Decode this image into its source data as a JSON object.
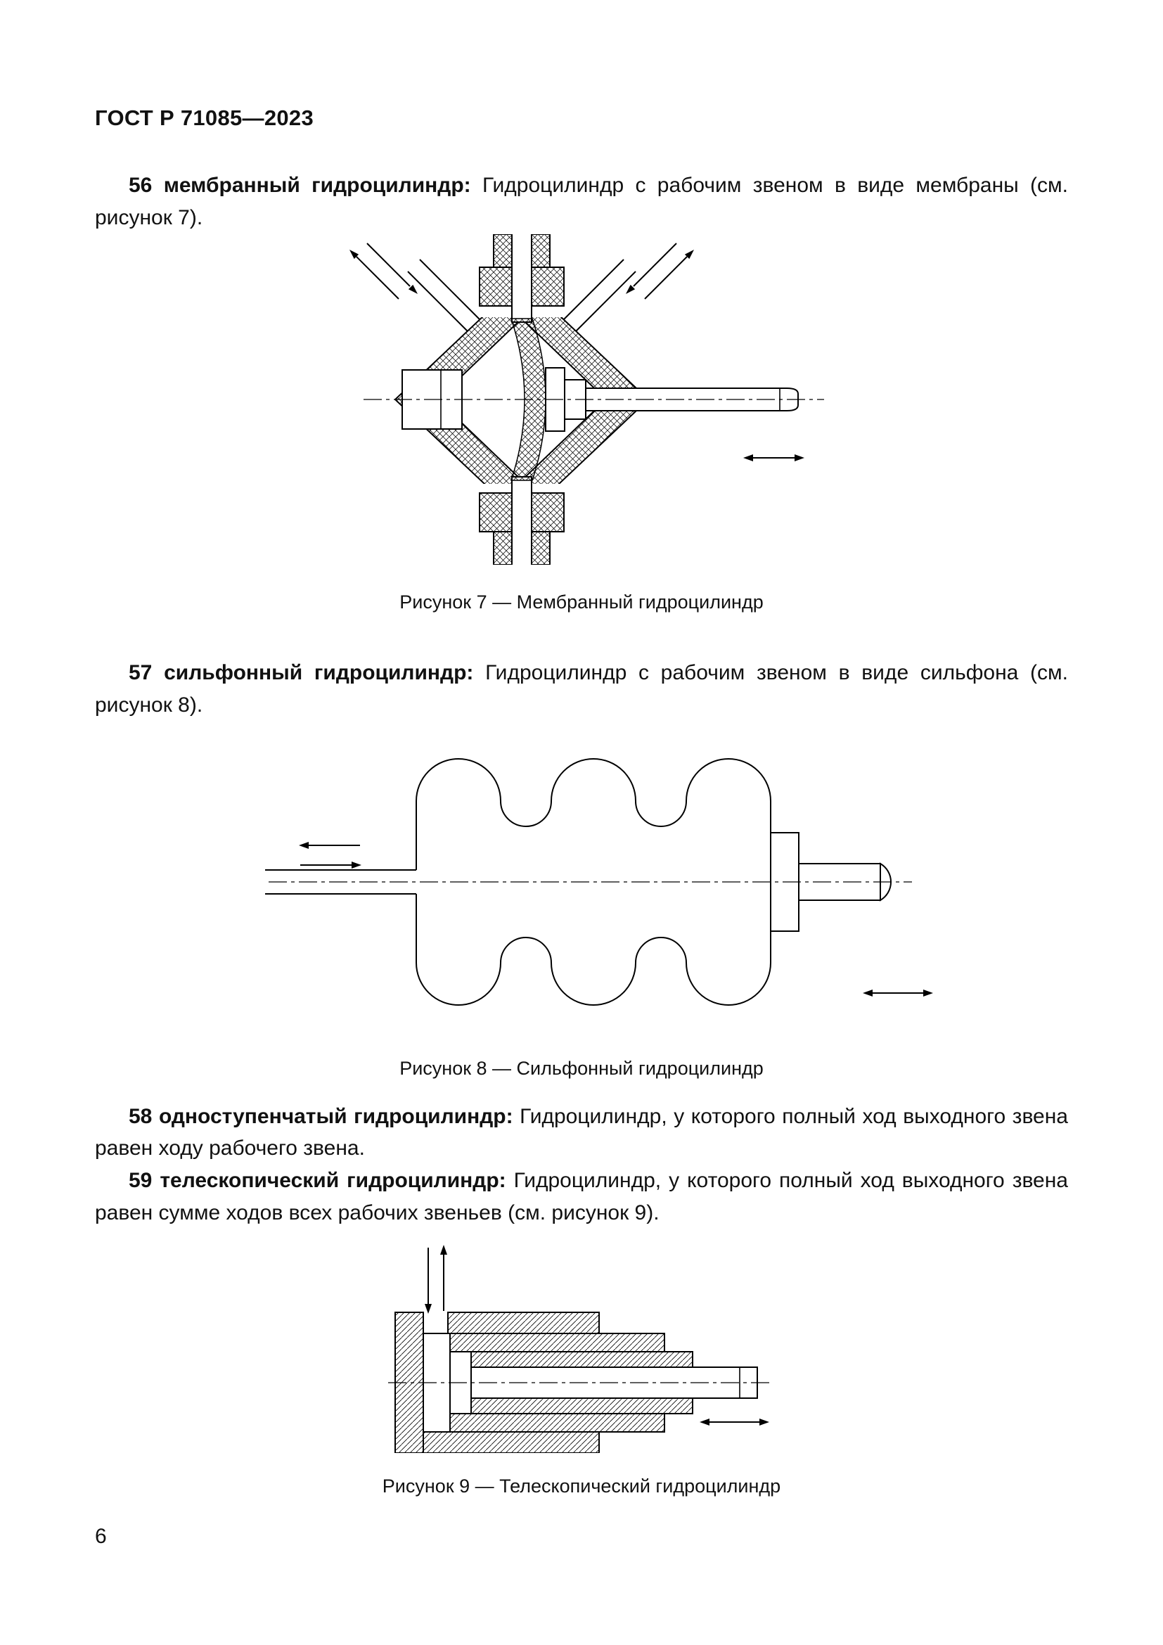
{
  "page": {
    "header": "ГОСТ Р 71085—2023",
    "page_number": "6",
    "colors": {
      "ink": "#000000",
      "paper": "#ffffff"
    }
  },
  "terms": [
    {
      "number": "56",
      "term": "мембранный гидроцилиндр:",
      "definition": "Гидроцилиндр с рабочим звеном в виде мембраны (см. рисунок 7)."
    },
    {
      "number": "57",
      "term": "сильфонный гидроцилиндр:",
      "definition": "Гидроцилиндр с рабочим звеном в виде сильфона (см. рисунок 8)."
    },
    {
      "number": "58",
      "term": "одноступенчатый гидроцилиндр:",
      "definition": "Гидроцилиндр, у которого полный ход выходного звена равен ходу рабочего звена."
    },
    {
      "number": "59",
      "term": "телескопический гидроцилиндр:",
      "definition": "Гидроцилиндр, у которого полный ход выходного звена равен сумме ходов всех рабочих звеньев (см. рисунок 9)."
    }
  ],
  "figures": [
    {
      "caption": "Рисунок 7 — Мембранный гидроцилиндр"
    },
    {
      "caption": "Рисунок 8 — Сильфонный гидроцилиндр"
    },
    {
      "caption": "Рисунок 9 — Телескопический гидроцилиндр"
    }
  ]
}
